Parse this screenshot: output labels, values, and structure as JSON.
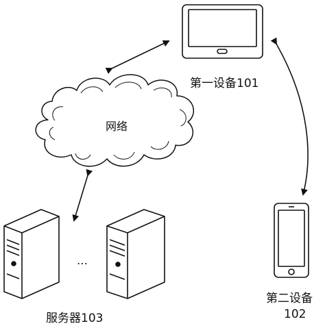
{
  "labels": {
    "device1": "第一设备101",
    "network": "网络",
    "servers": "服务器103",
    "device2_line1": "第二设备",
    "device2_line2": "102",
    "ellipsis": "…"
  },
  "colors": {
    "stroke": "#111111",
    "background": "#ffffff"
  }
}
